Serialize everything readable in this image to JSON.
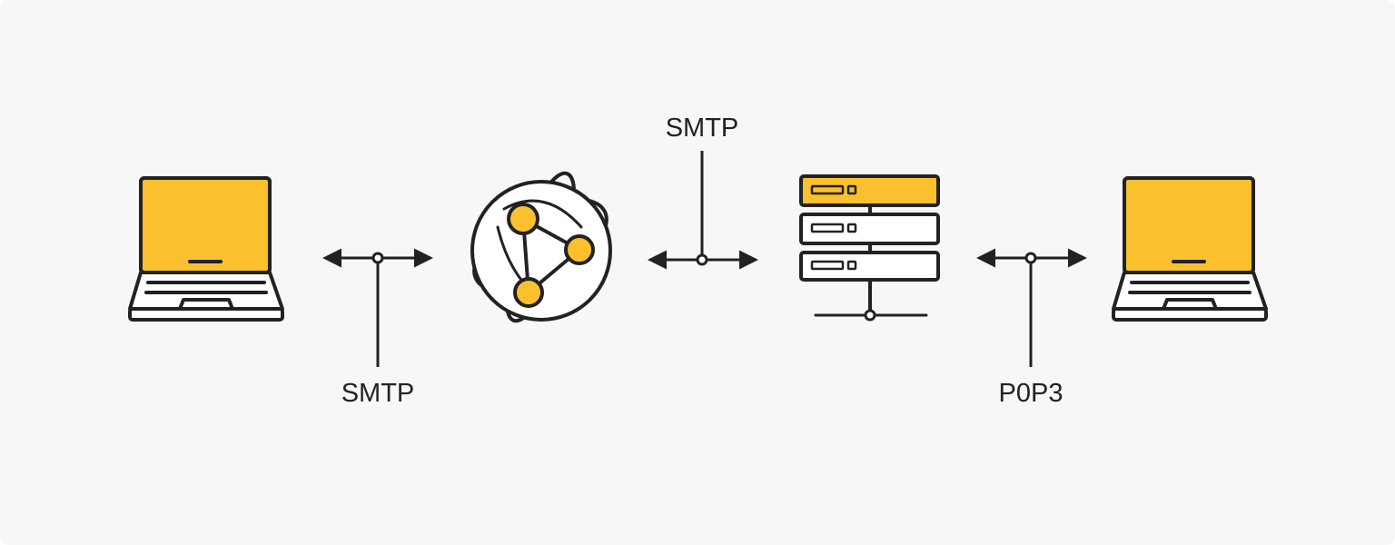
{
  "colors": {
    "background": "#f7f7f7",
    "stroke": "#222222",
    "accent": "#fbc02d",
    "fill_white": "#ffffff"
  },
  "nodes": [
    {
      "id": "sender",
      "icon": "laptop-icon"
    },
    {
      "id": "internet",
      "icon": "network-globe-icon"
    },
    {
      "id": "mail-server",
      "icon": "server-rack-icon"
    },
    {
      "id": "recipient",
      "icon": "laptop-icon"
    }
  ],
  "links": [
    {
      "id": "link-1",
      "protocol": "SMTP",
      "label_position": "below"
    },
    {
      "id": "link-2",
      "protocol": "SMTP",
      "label_position": "above"
    },
    {
      "id": "link-3",
      "protocol": "P0P3",
      "label_position": "below"
    }
  ]
}
